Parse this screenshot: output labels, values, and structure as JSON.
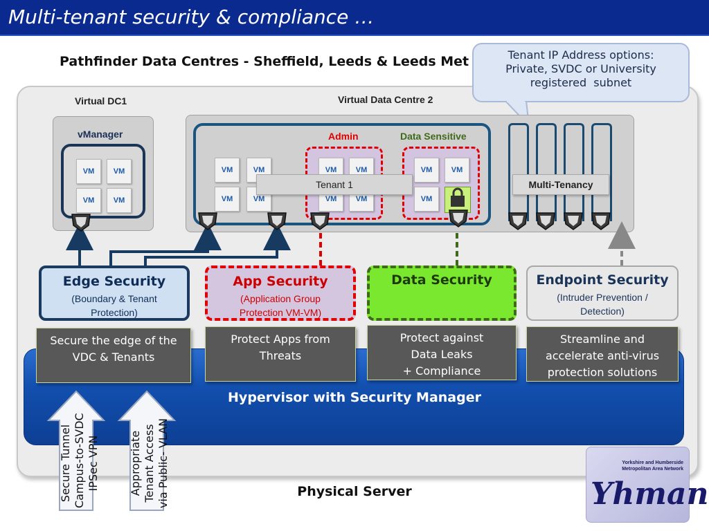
{
  "title": "Multi-tenant security & compliance …",
  "subtitle": "Pathfinder Data Centres - Sheffield, Leeds & Leeds Met",
  "callout": {
    "line1": "Tenant IP Address options:",
    "line2": "Private, SVDC or University",
    "line3": "registered  subnet"
  },
  "vdc1": {
    "label": "Virtual DC1",
    "manager_label": "vManager",
    "vm_labels": [
      "VM",
      "VM",
      "VM",
      "VM"
    ]
  },
  "vdc2": {
    "label": "Virtual Data Centre 2",
    "admin_label": "Admin",
    "sensitive_label": "Data Sensitive",
    "tenant_label": "Tenant 1",
    "vm_label": "VM",
    "multitenancy_label": "Multi-Tenancy"
  },
  "security": {
    "edge": {
      "title": "Edge Security",
      "subtitle": "(Boundary & Tenant\nProtection)",
      "desc": "Secure the edge of the\nVDC & Tenants"
    },
    "app": {
      "title": "App Security",
      "subtitle": "(Application Group\nProtection VM-VM)",
      "desc": "Protect Apps from\nThreats"
    },
    "data": {
      "title": "Data Security",
      "desc": "Protect against\nData Leaks\n+ Compliance"
    },
    "endpoint": {
      "title": "Endpoint Security",
      "subtitle": "(Intruder Prevention /\nDetection)",
      "desc": "Streamline and\naccelerate anti-virus\nprotection solutions"
    }
  },
  "hypervisor_label": "Hypervisor with Security Manager",
  "physical_label": "Physical Server",
  "arrows": {
    "tunnel": "Secure Tunnel\nCampus-to-SVDC\nIPSec VPN",
    "access": "Appropriate\nTenant Access\nvia Public- VLAN"
  },
  "logo": {
    "small_text": "Yorkshire and Humberside\nMetropolitan Area Network",
    "name": "Yhman"
  },
  "colors": {
    "title_bg": "#0b2a8f",
    "edge_border": "#1a3a5f",
    "app_border": "#e00000",
    "data_fill": "#7be830",
    "hypervisor": "#124fae"
  }
}
